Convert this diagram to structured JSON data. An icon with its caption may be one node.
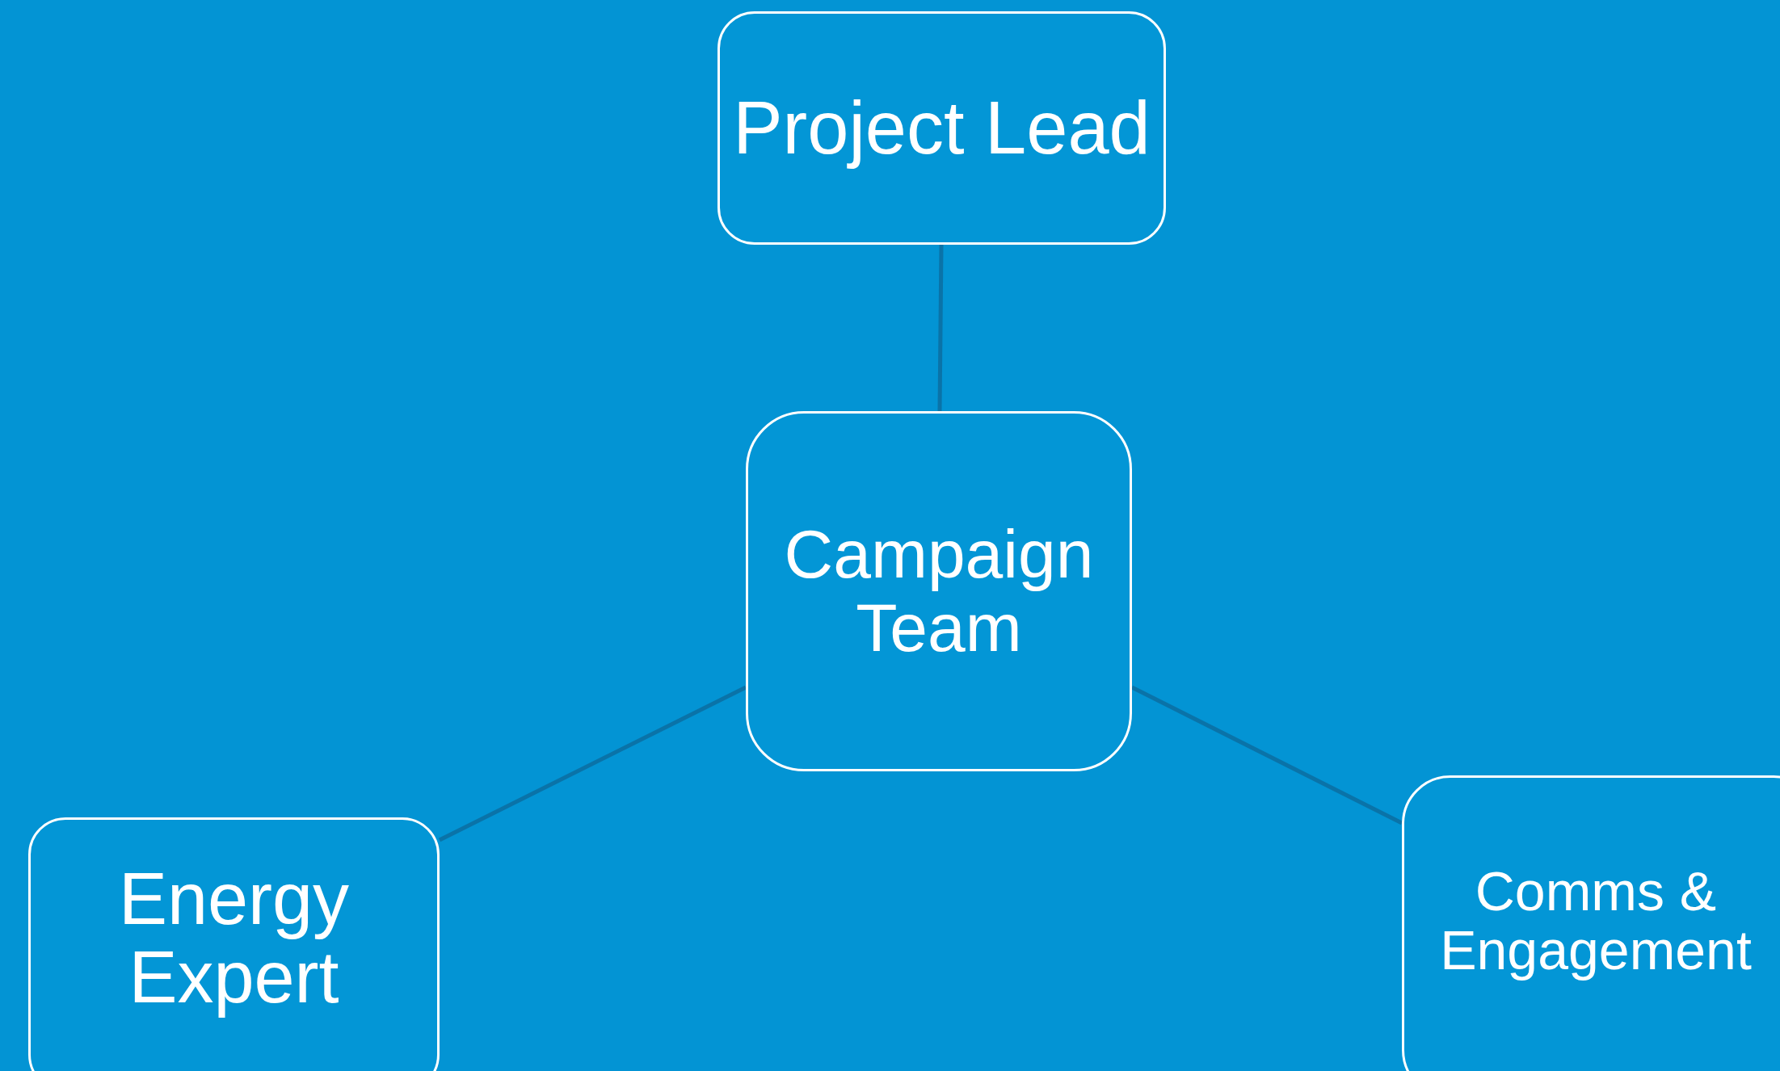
{
  "diagram": {
    "nodes": [
      {
        "text": [
          "Project Lead"
        ]
      },
      {
        "text": [
          "Campaign Team"
        ]
      },
      {
        "text": [
          "Energy Expert"
        ]
      },
      {
        "text": [
          "Comms & Engagement"
        ]
      }
    ],
    "edges": [
      {
        "from": 0,
        "to": 1,
        "arrow": "none"
      },
      {
        "from": 1,
        "to": 2,
        "arrow": "none"
      },
      {
        "from": 1,
        "to": 3,
        "arrow": "none"
      }
    ]
  }
}
